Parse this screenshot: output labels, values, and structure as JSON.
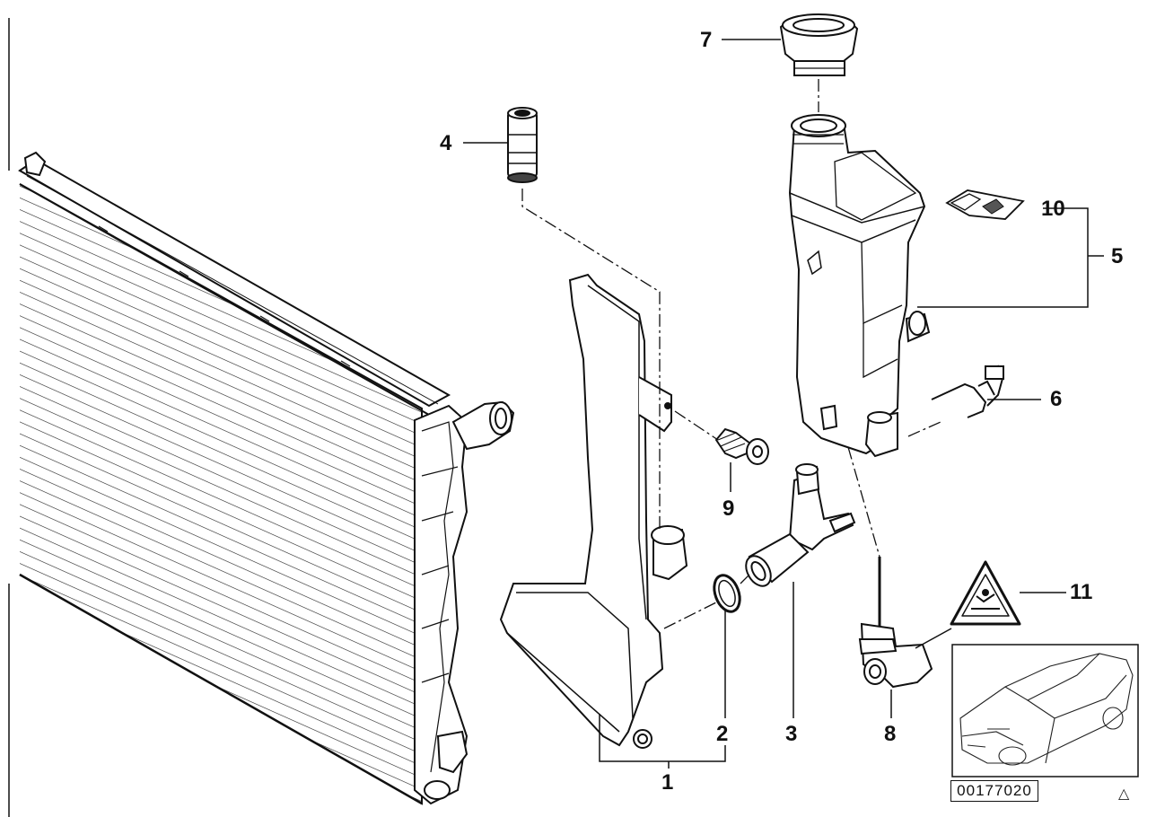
{
  "callouts": {
    "c1": "1",
    "c2": "2",
    "c3": "3",
    "c4": "4",
    "c5": "5",
    "c6": "6",
    "c7": "7",
    "c8": "8",
    "c9": "9",
    "c10": "10",
    "c11": "11"
  },
  "diagram_number": "00177020",
  "warning_mark": "△",
  "icons": {
    "warning_symbol": "warning-triangle-icon",
    "car_reference": "car-thumbnail"
  }
}
